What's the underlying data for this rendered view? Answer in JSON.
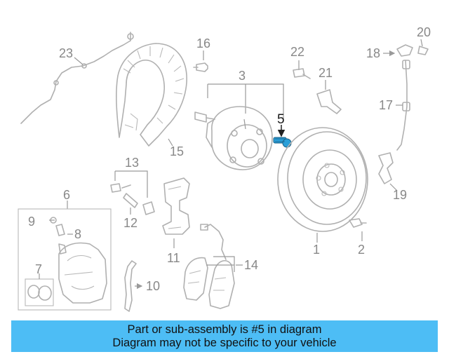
{
  "diagram": {
    "callouts": [
      "1",
      "2",
      "3",
      "5",
      "6",
      "7",
      "8",
      "9",
      "10",
      "11",
      "12",
      "13",
      "14",
      "15",
      "16",
      "17",
      "18",
      "19",
      "20",
      "21",
      "22",
      "23"
    ],
    "highlighted_callout": "5",
    "highlight_color": "#2a9fd8"
  },
  "banner": {
    "line1": "Part or sub-assembly is #5 in diagram",
    "line2": "Diagram may not be specific to your vehicle",
    "background": "#4dbdf5"
  }
}
